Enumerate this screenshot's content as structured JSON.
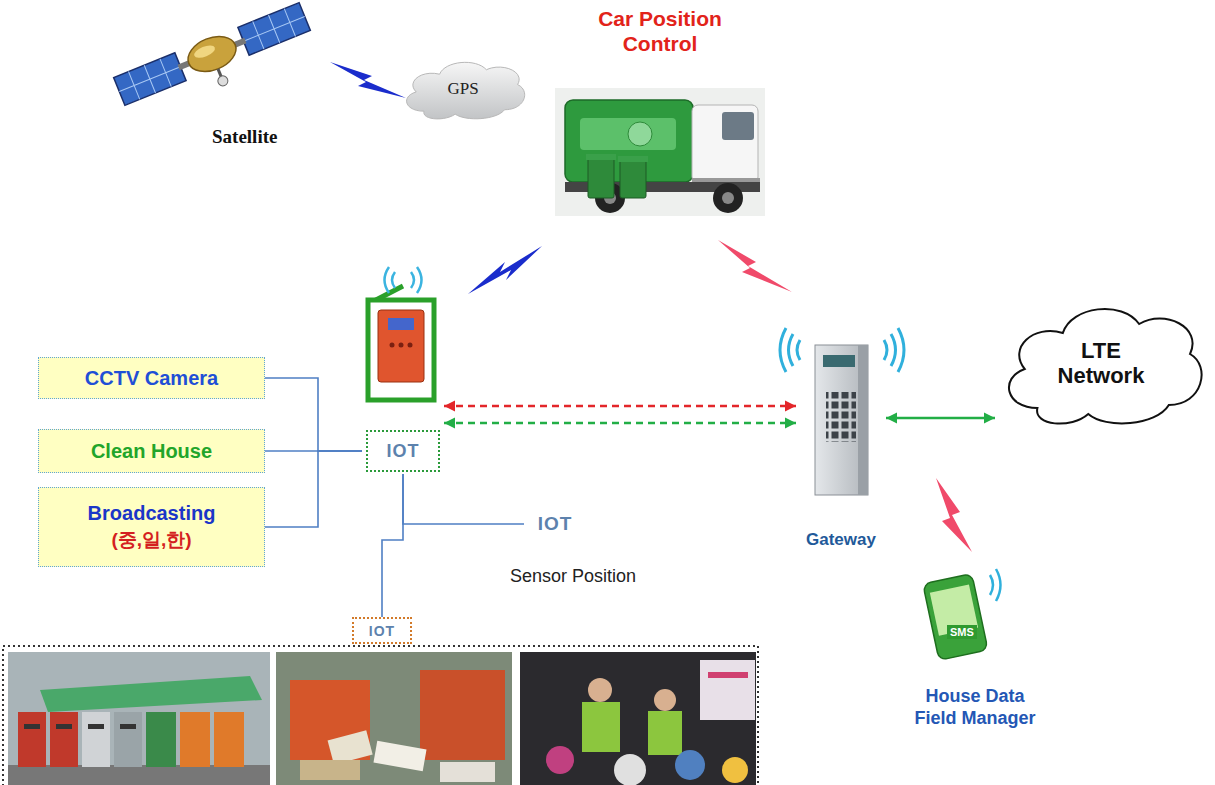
{
  "diagram": {
    "nodes": [
      {
        "text": [
          "GPS"
        ]
      },
      {
        "text": [
          "Car Position Control"
        ]
      },
      {
        "text": [
          "CCTV Camera"
        ]
      },
      {
        "text": [
          "Clean House"
        ]
      },
      {
        "text": [
          "Broadcasting",
          "(중,일,한)"
        ]
      },
      {
        "text": [
          "IOT"
        ]
      },
      {
        "text": [
          "IOT"
        ]
      },
      {
        "text": [
          "IOT"
        ]
      },
      {
        "text": [
          "Gateway"
        ]
      },
      {
        "text": [
          "LTE Network"
        ]
      },
      {
        "text": [
          "SMS",
          "House Data Field Manager"
        ]
      }
    ],
    "edges": [
      {
        "from": 2,
        "to": 5,
        "arrow": "none"
      },
      {
        "from": 3,
        "to": 5,
        "arrow": "none"
      },
      {
        "from": 4,
        "to": 5,
        "arrow": "none"
      },
      {
        "from": 5,
        "to": 6,
        "arrow": "none"
      },
      {
        "from": 5,
        "to": 7,
        "arrow": "none"
      },
      {
        "from": 5,
        "to": 8,
        "arrow": "both"
      },
      {
        "from": 5,
        "to": 8,
        "arrow": "both"
      },
      {
        "from": 8,
        "to": 9,
        "arrow": "both"
      }
    ],
    "labels": [
      "Satellite",
      "Sensor Position"
    ]
  }
}
